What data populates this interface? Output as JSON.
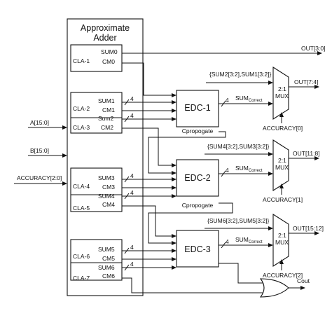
{
  "adder": {
    "title_line1": "Approximate",
    "title_line2": "Adder"
  },
  "inputs": {
    "a": "A[15:0]",
    "b": "B[15:0]",
    "accuracy": "ACCURACY[2:0]"
  },
  "cla_blocks": {
    "cla1": {
      "label": "CLA-1",
      "sum": "SUM0",
      "cm": "CM0"
    },
    "cla2": {
      "label": "CLA-2",
      "sum": "SUM1",
      "cm": "CM1"
    },
    "cla3": {
      "label": "CLA-3",
      "sum": "Sum2",
      "cm": "CM2"
    },
    "cla4": {
      "label": "CLA-4",
      "sum": "SUM3",
      "cm": "CM3"
    },
    "cla5": {
      "label": "CLA-5",
      "sum": "SUM4",
      "cm": "CM4"
    },
    "cla6": {
      "label": "CLA-6",
      "sum": "SUM5",
      "cm": "CM5"
    },
    "cla7": {
      "label": "CLA-7",
      "sum": "SUM6",
      "cm": "CM6"
    }
  },
  "edc_blocks": {
    "edc1": {
      "label": "EDC-1",
      "cprop": "Cpropogate"
    },
    "edc2": {
      "label": "EDC-2",
      "cprop": "Cpropogate"
    },
    "edc3": {
      "label": "EDC-3"
    }
  },
  "bus_width": "4",
  "sum_correct": {
    "main": "SUM",
    "sub": "Correct"
  },
  "mux": {
    "label_top": "2:1",
    "label_bottom": "MUX",
    "mux1": {
      "input": "{SUM2[3:2],SUM1[3:2]}",
      "output": "OUT[7:4]",
      "select": "ACCURACY[0]"
    },
    "mux2": {
      "input": "{SUM4[3:2],SUM3[3:2]}",
      "output": "OUT[11:8]",
      "select": "ACCURACY[1]"
    },
    "mux3": {
      "input": "{SUM6[3:2],SUM5[3:2]}",
      "output": "OUT[15:12]",
      "select": "ACCURACY[2]"
    }
  },
  "out0": "OUT[3:0]",
  "cout": "Cout"
}
